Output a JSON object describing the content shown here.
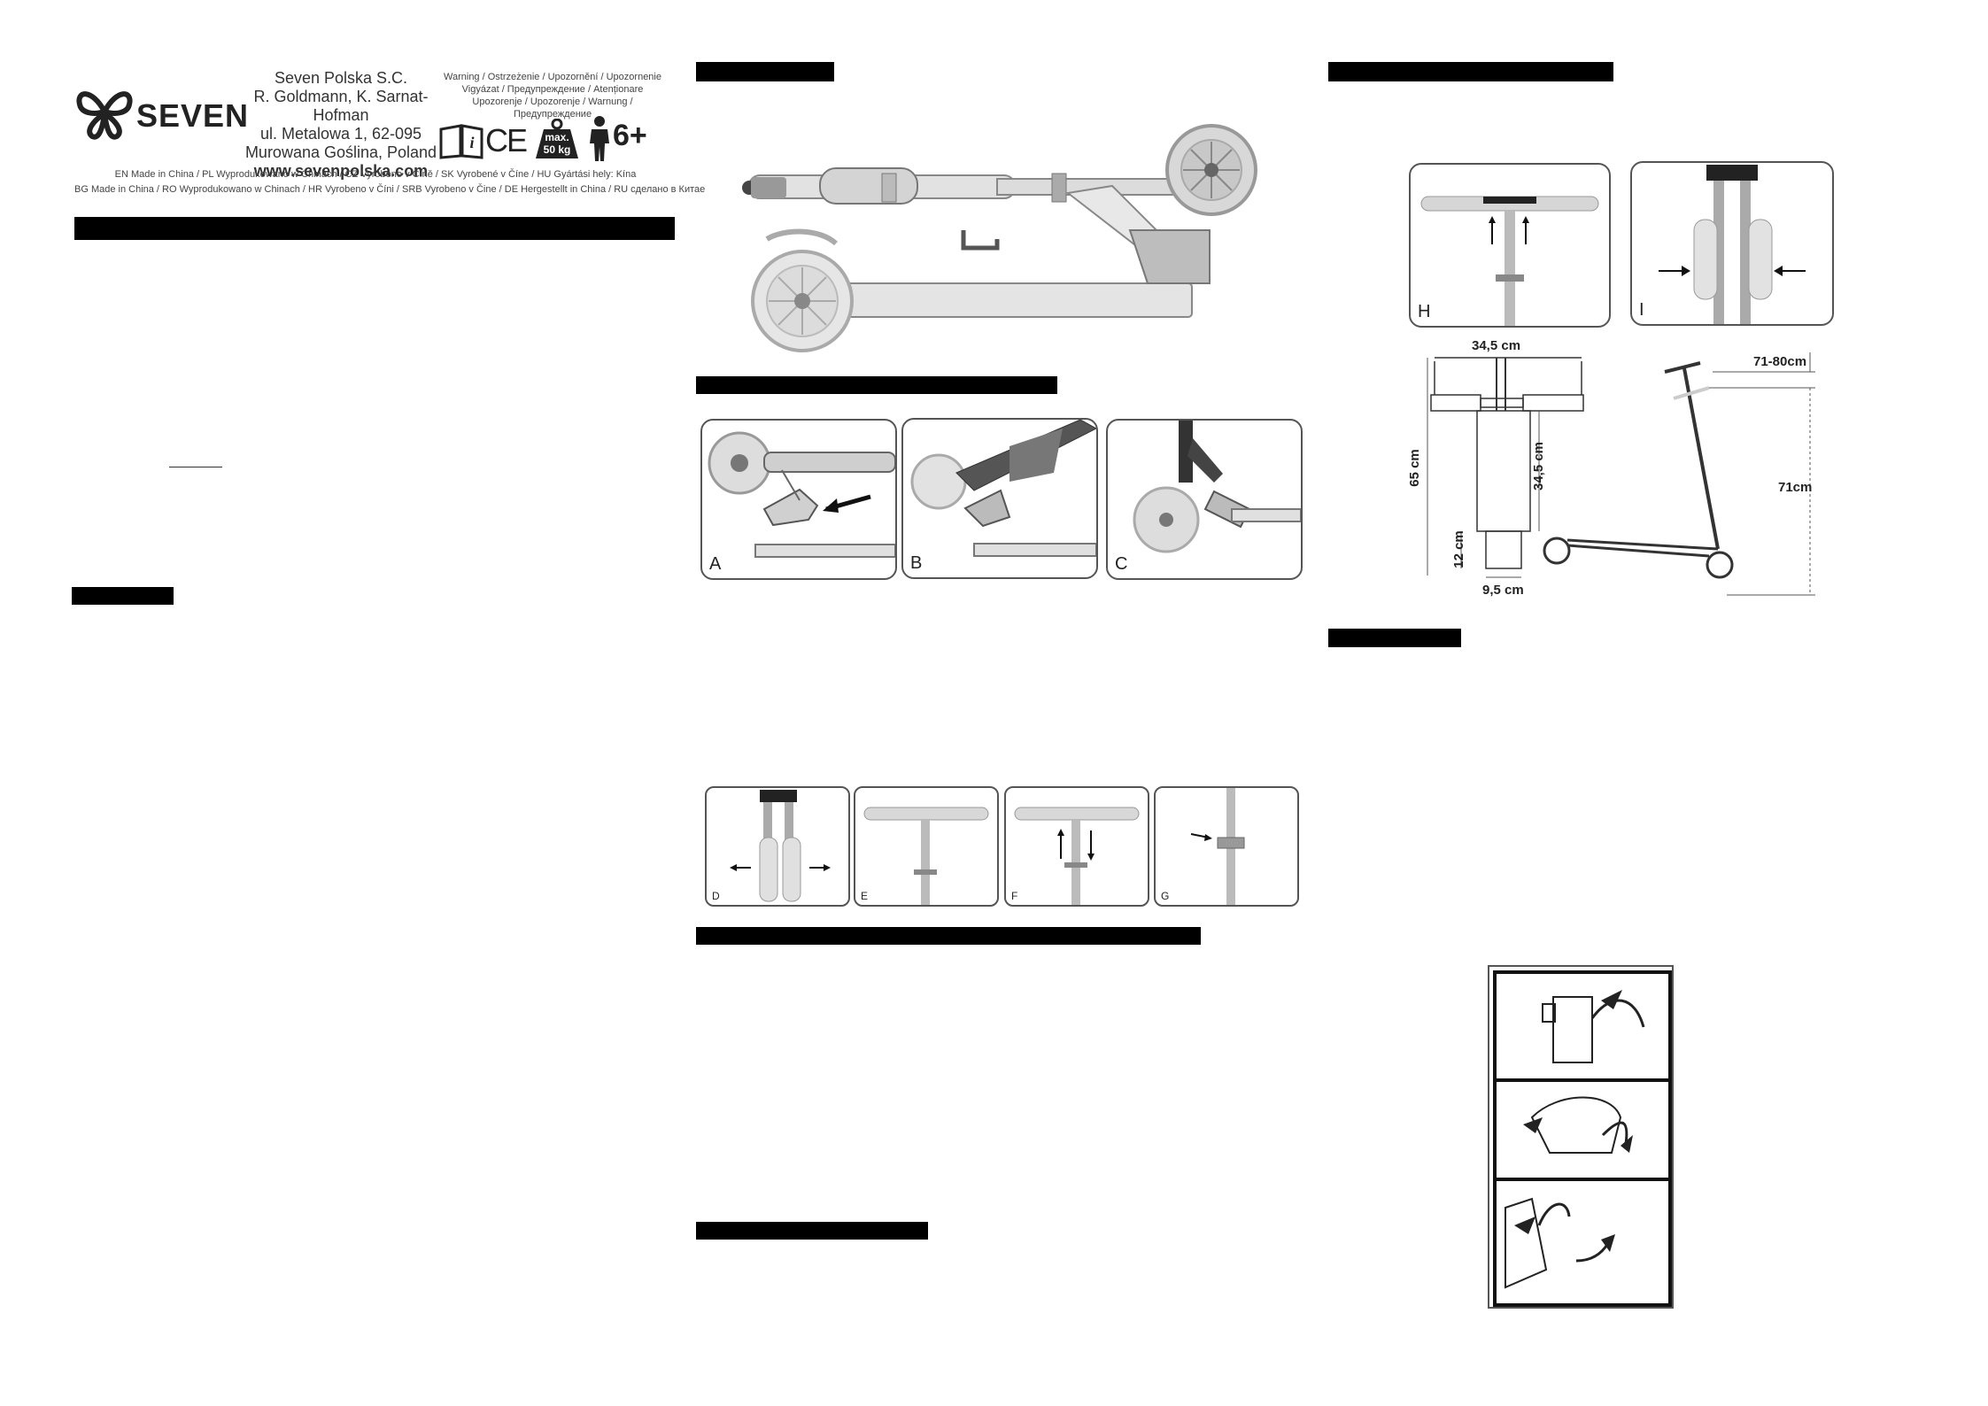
{
  "brand": {
    "logo_text": "SEVEN"
  },
  "company": {
    "name": "Seven Polska S.C.",
    "owners": "R. Goldmann, K. Sarnat-Hofman",
    "street": "ul. Metalowa 1, 62-095",
    "city": "Murowana Goślina, Poland",
    "website": "www.sevenpolska.com"
  },
  "warning": {
    "line1": "Warning / Ostrzeżenie / Upozornění / Upozornenie",
    "line2": "Vigyázat / Предупреждение / Atenționare",
    "line3": "Upozorenje / Upozorenje / Warnung / Предупреждение"
  },
  "badges": {
    "ce": "CE",
    "max_load_line1": "max.",
    "max_load_line2": "50 kg",
    "age": "6+"
  },
  "origin": {
    "line1": "EN Made in China / PL Wyprodukowano w Chinach / CZ Vyrobeno v Číně / SK Vyrobené v Číne / HU Gyártási hely: Kína",
    "line2": "BG Made in China / RO Wyprodukowano w Chinach / HR Vyrobeno v Číni / SRB Vyrobeno v Čine / DE Hergestellt in China / RU сделано в Китае"
  },
  "figures": {
    "a": "A",
    "b": "B",
    "c": "C",
    "d": "D",
    "e": "E",
    "f": "F",
    "g": "G",
    "h": "H",
    "i": "I"
  },
  "dimensions": {
    "handle_width": "34,5 cm",
    "total_height": "65 cm",
    "stem_height": "34,5 cm",
    "grip_height": "12 cm",
    "grip_width": "9,5 cm",
    "adjust_range": "71-80cm",
    "min_height": "71cm"
  },
  "colors": {
    "bar": "#000000",
    "figure_border": "#555555"
  }
}
